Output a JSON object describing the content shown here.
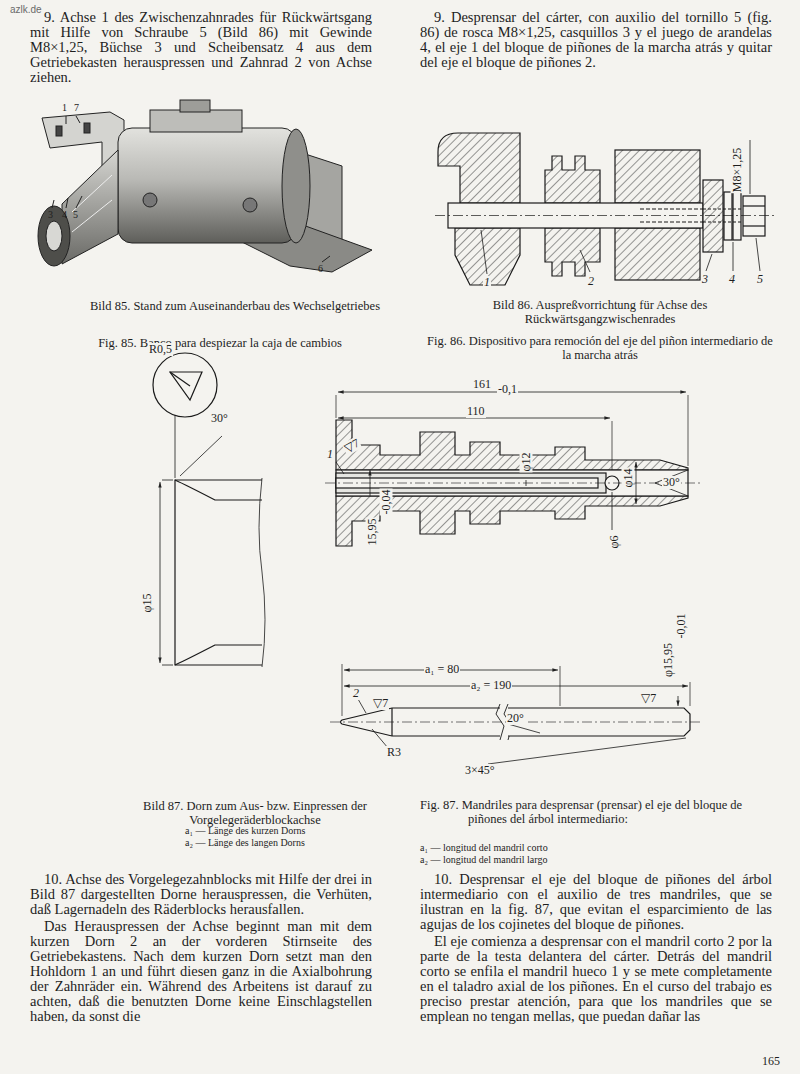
{
  "diagram": {
    "labels": [
      "azlk.de",
      "9. Achse 1 des Zwischenzahnrades für Rückwärtsgang mit Hilfe von Schraube 5 (Bild 86) mit Gewinde M8×1,25, Büchse 3 und Scheibensatz 4 aus dem Getriebekasten herauspressen und Zahnrad 2 von Achse ziehen.",
      "9. Desprensar del cárter, con auxilio del tornillo 5 (fig. 86) de rosca M8×1,25, casquillos 3 y el juego de arandelas 4, el eje 1 del bloque de piñones de la marcha atrás y quitar del eje el bloque de piñones 2.",
      "1",
      "7",
      "3",
      "4",
      "5",
      "6",
      "Bild 85. Stand zum Auseinanderbau des Wechselgetriebes",
      "Fig. 85. Banco para despiezar la caja de cambios",
      "M8×1,25",
      "1",
      "2",
      "3",
      "4",
      "5",
      "Bild 86. Auspreßvorrichtung für Achse des Rückwärtsgangzwischenrades",
      "Fig. 86. Dispositivo para remoción del eje del piñon intermediario de la marcha atrás",
      "R0,5",
      "30°",
      "161",
      "-0,1",
      "110",
      "1",
      "▽7",
      "φ12",
      "15,95",
      "-0,04",
      "φ14",
      "30°",
      "φ6",
      "φ15",
      "a₁ = 80",
      "a₂ = 190",
      "φ15,95",
      "-0,01",
      "▽7",
      "2",
      "▽7",
      "20°",
      "R3",
      "3×45°",
      "Bild 87. Dorn zum Aus- bzw. Einpressen der Vorgelegeräderblockachse",
      "a₁ — Länge des kurzen Dorns",
      "a₂ — Länge des langen Dorns",
      "Fig. 87. Mandriles para desprensar (prensar) el eje del bloque de piñones del árbol intermediario:",
      "a₁ — longitud del mandril corto",
      "a₂ — longitud del mandril largo",
      "10. Achse des Vorgelegezahnblocks mit Hilfe der drei in Bild 87 dargestellten Dorne herauspressen, die Verhüten, daß Lagernadeln des Räderblocks herausfallen.",
      "Das Herauspressen der Achse beginnt man mit dem kurzen Dorn 2 an der vorderen Stirnseite des Getriebekastens. Nach dem kurzen Dorn setzt man den Hohldorn 1 an und führt diesen ganz in die Axialbohrung der Zahnräder ein. Während des Arbeitens ist darauf zu achten, daß die benutzten Dorne keine Einschlagstellen haben, da sonst die",
      "10. Desprensar el eje del bloque de piñones del árbol intermediario con el auxilio de tres mandriles, que se ilustran en la fig. 87, que evitan el esparcimiento de las agujas de los cojinetes del bloque de piñones.",
      "El eje comienza a desprensar con el mandril corto 2 por la parte de la testa delantera del cárter. Detrás del mandril corto se enfila el mandril hueco 1 y se mete completamente en el taladro axial de los piñones. En el curso del trabajo es preciso prestar atención, para que los mandriles que se emplean no tengan mellas, que puedan dañar las",
      "165"
    ]
  }
}
